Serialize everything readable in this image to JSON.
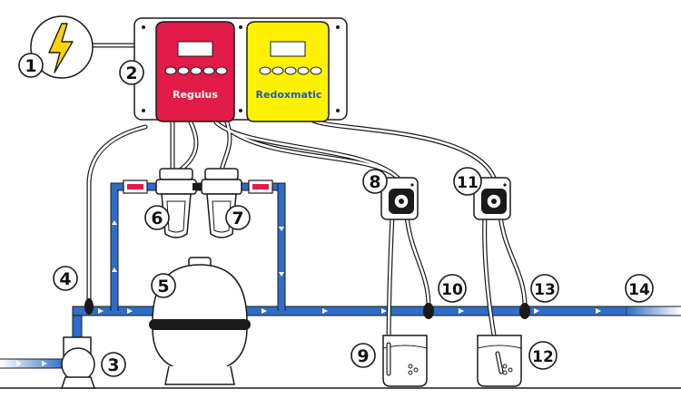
{
  "devices": {
    "left": {
      "brand": "Regulus",
      "color": "#e21b48"
    },
    "right": {
      "brand": "Redoxmatic",
      "color": "#fff200",
      "text_color": "#1a5fb4"
    }
  },
  "callouts": [
    "1",
    "2",
    "3",
    "4",
    "5",
    "6",
    "7",
    "8",
    "9",
    "10",
    "11",
    "12",
    "13",
    "14"
  ],
  "colors": {
    "pipe": "#2f6dc7",
    "flow_arrow": "#ffffff",
    "valve": "#e21b48",
    "lightning": "#ffd400",
    "outline": "#1a1a1a"
  },
  "icons": [
    "lightning-icon",
    "flow-arrow-icon",
    "valve-icon"
  ]
}
